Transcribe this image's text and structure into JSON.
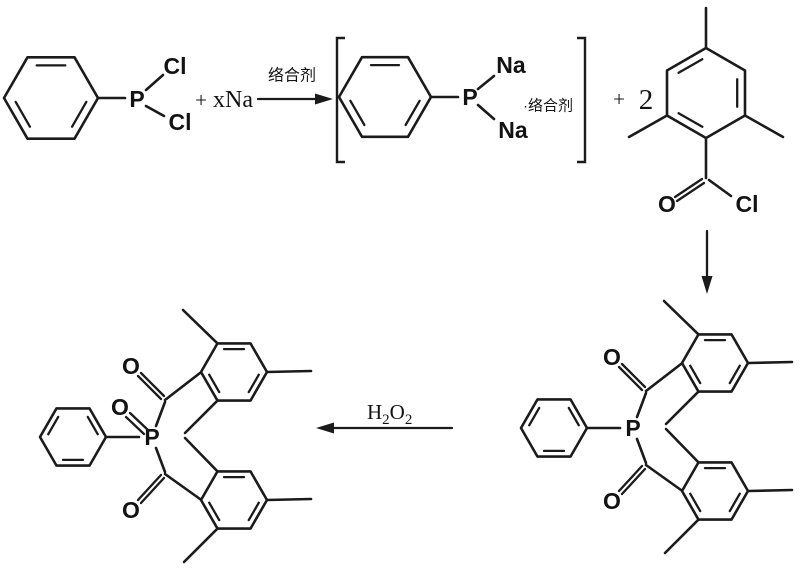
{
  "figure": {
    "background": "#ffffff",
    "ink": "#1b1b1b"
  },
  "reactant_dichlorophenylphosphine": {
    "p": "P",
    "cl_top": "Cl",
    "cl_bottom": "Cl"
  },
  "step1": {
    "plus": "+",
    "reagent": "xNa",
    "arrow_label": "络合剂"
  },
  "intermediate_sodium_phosphide": {
    "p": "P",
    "na_top": "Na",
    "na_bottom": "Na",
    "complex_label": "·络合剂"
  },
  "acylation": {
    "plus": "+",
    "coefficient": "2"
  },
  "mesitoyl_chloride": {
    "o": "O",
    "cl": "Cl"
  },
  "bisacylphosphine": {
    "p": "P",
    "o_top": "O",
    "o_bottom": "O"
  },
  "phosphine_oxide": {
    "o": "O"
  },
  "step2": {
    "h": "H",
    "sub1": "2",
    "o": "O",
    "sub2": "2"
  }
}
